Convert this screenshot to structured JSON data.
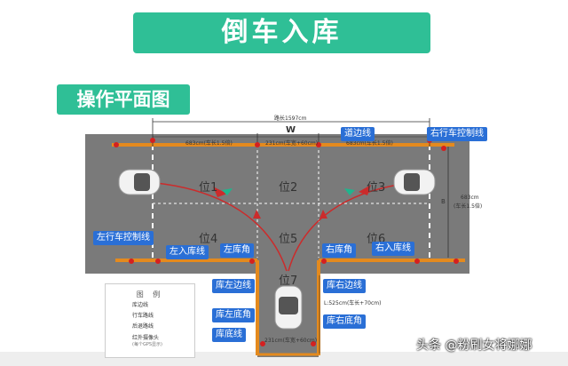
{
  "banner_title": "倒车入库",
  "section_title": "操作平面图",
  "road_length": "路长1597cm",
  "road_width_symbol": "W",
  "width_symbol": "B",
  "top_dims": {
    "left": "683cm(车长1.5倍)",
    "middle": "231cm(车宽+60cm)",
    "right": "683cm(车长1.5倍)"
  },
  "right_dims": [
    "683cm",
    "(车长1.5倍)"
  ],
  "garage_length": "L:525cm(车长+70cm)",
  "garage_bottom": "231cm(车宽+60cm)",
  "positions": [
    "位1",
    "位2",
    "位3",
    "位4",
    "位5",
    "位6",
    "位7"
  ],
  "tags": {
    "road_edge": "道边线",
    "right_control": "右行车控制线",
    "left_control": "左行车控制线",
    "left_entry": "左入库线",
    "left_corner": "左库角",
    "right_corner": "右库角",
    "right_entry": "右入库线",
    "garage_left_edge": "库左边线",
    "garage_right_edge": "库右边线",
    "garage_left_bottom": "库左底角",
    "garage_right_bottom": "库右底角",
    "garage_bottom": "库底线"
  },
  "legend": {
    "title": "图 例",
    "items": [
      "库边线",
      "行车路线",
      "后退路线",
      "红外摄像头"
    ],
    "note": "(每个GPS显示)"
  },
  "watermark": "头条 @粉刷女将娜娜",
  "colors": {
    "banner": "#2fbf96",
    "road": "#7a7a7a",
    "edge_line": "#e48a1e",
    "drive_route": "#cc2b2b",
    "reverse_route": "#1fb58d",
    "tag": "#2a6fd6",
    "camera_dot": "#d42020"
  }
}
